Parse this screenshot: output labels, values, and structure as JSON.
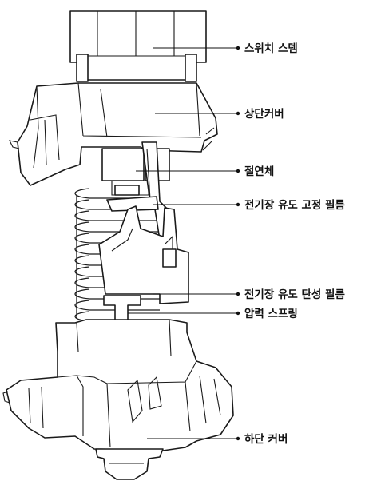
{
  "labels": {
    "switch_stem": "스위치 스템",
    "top_cover": "상단커버",
    "insulator": "절연체",
    "fixed_film": "전기장 유도 고정 필름",
    "elastic_film": "전기장 유도 탄성 필름",
    "spring": "압력 스프링",
    "bottom_cover": "하단 커버"
  }
}
